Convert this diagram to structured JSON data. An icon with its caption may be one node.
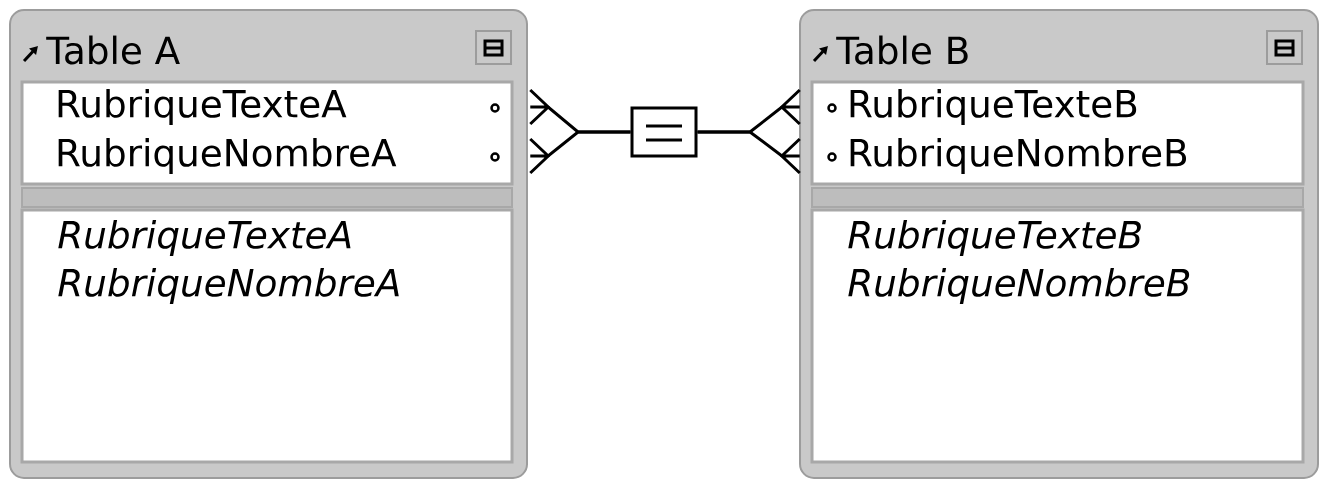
{
  "diagram": {
    "nodes": [
      {
        "text": [
          "Table A",
          "RubriqueTexteA",
          "RubriqueNombreA"
        ]
      },
      {
        "text": [
          "RubriqueTexteA"
        ],
        "in": 0
      },
      {
        "text": [
          "RubriqueNombreA"
        ],
        "in": 0
      },
      {
        "text": [
          "Table B",
          "RubriqueTexteB",
          "RubriqueNombreB"
        ]
      },
      {
        "text": [
          "RubriqueTexteB"
        ],
        "in": 3
      },
      {
        "text": [
          "RubriqueNombreB"
        ],
        "in": 3
      },
      {
        "text": [],
        "shape": "box"
      }
    ],
    "edges": [
      {
        "from": 1,
        "to": 6,
        "arrow": "other"
      },
      {
        "from": 2,
        "to": 6,
        "arrow": "other"
      },
      {
        "from": 6,
        "to": 4,
        "arrow": "other"
      },
      {
        "from": 6,
        "to": 5,
        "arrow": "other"
      }
    ]
  }
}
